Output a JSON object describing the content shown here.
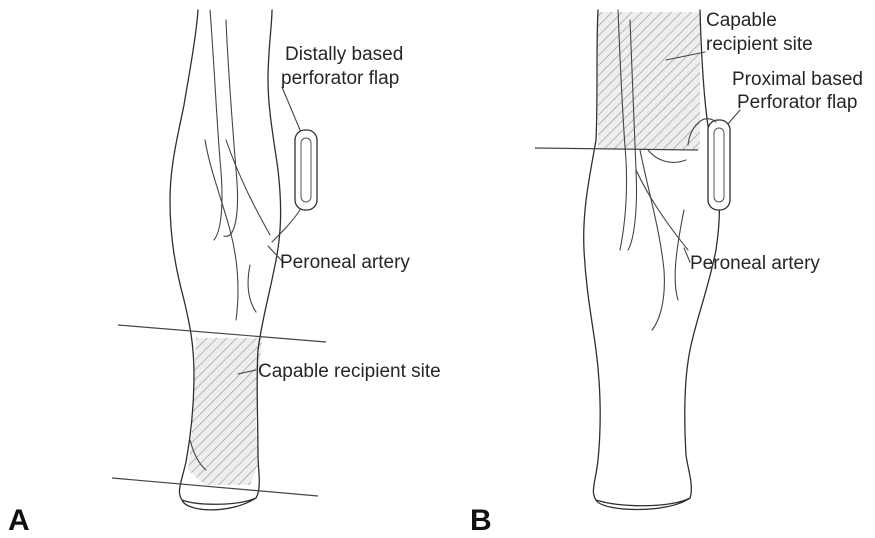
{
  "panel_a": {
    "letter": "A",
    "flap_label_line1": "Distally based",
    "flap_label_line2": "perforator flap",
    "artery_label": "Peroneal artery",
    "recipient_label": "Capable recipient site"
  },
  "panel_b": {
    "letter": "B",
    "recipient_label_line1": "Capable",
    "recipient_label_line2": "recipient site",
    "flap_label_line1": "Proximal based",
    "flap_label_line2": "Perforator flap",
    "artery_label": "Peroneal artery"
  }
}
